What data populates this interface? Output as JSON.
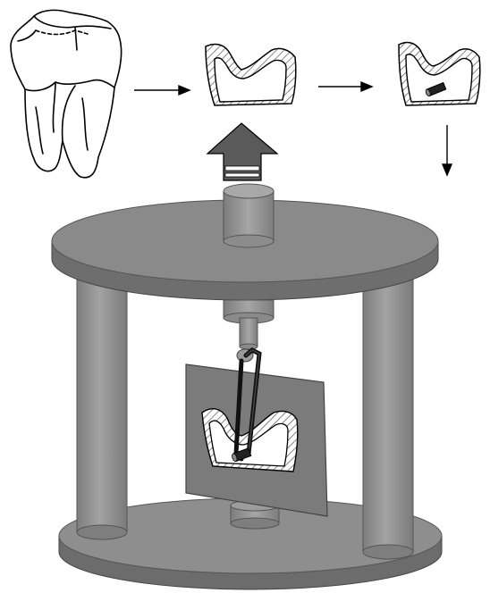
{
  "figure": {
    "steps": [
      {
        "id": "whole-tooth",
        "kind": "specimen"
      },
      {
        "id": "crown-section",
        "kind": "section"
      },
      {
        "id": "section-with-sample",
        "kind": "section"
      }
    ],
    "apparatus": "testing-fixture",
    "colors": {
      "metal_light": "#9a9a9a",
      "metal_mid": "#8a8a8a",
      "metal_dark": "#6e6e6e",
      "plate": "#7b7b7b",
      "line": "#000000",
      "hatch": "#555555"
    }
  }
}
